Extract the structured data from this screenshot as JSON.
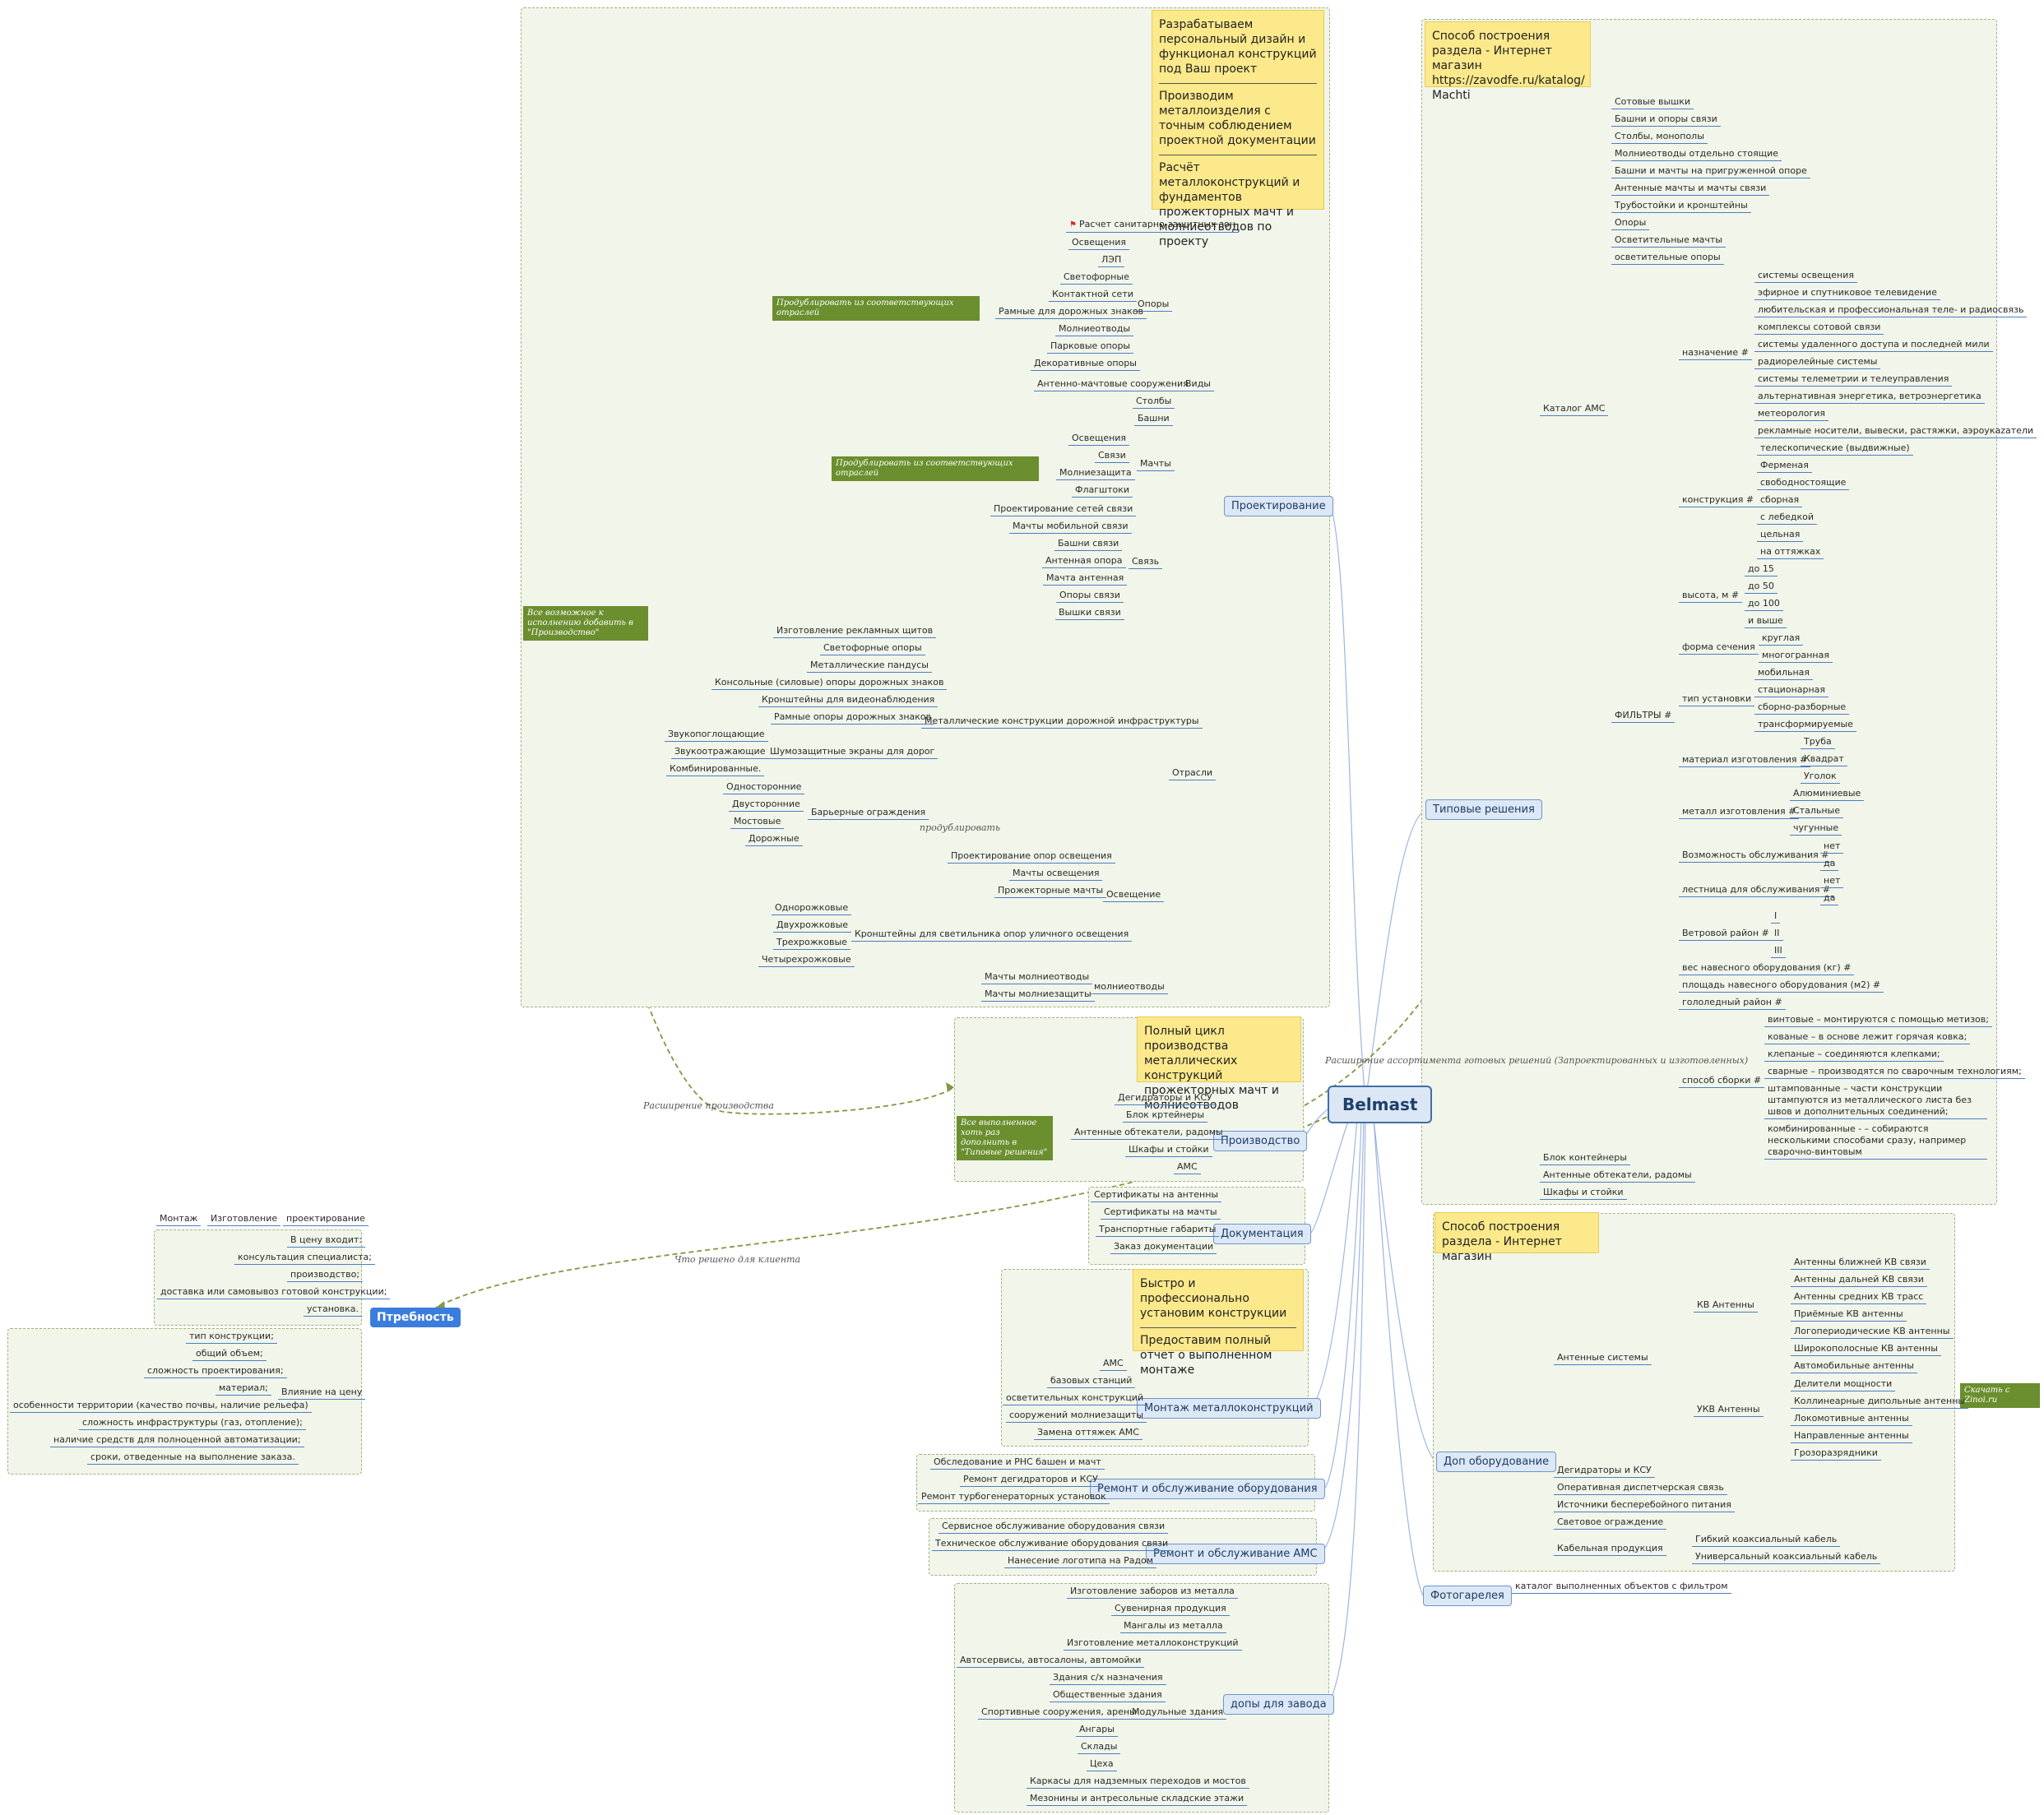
{
  "root": "Belmast",
  "need": "Птребность",
  "notes": {
    "design": [
      "Разрабатываем персональный дизайн и функционал конструкций под Ваш проект",
      "Производим металлоизделия с точным соблюдением проектной документации",
      "Расчёт металлоконструкций и фундаментов прожекторных мачт и молниеотводов по проекту"
    ],
    "typical": [
      "Способ построения раздела - Интернет магазин https://zavodfe.ru/katalog/ Machti"
    ],
    "production": [
      "Полный цикл производства металлических конструкций прожекторных мачт и молниеотводов"
    ],
    "montage": [
      "Быстро и профессионально установим конструкции",
      "Предоставим полный отчет о выполненном монтаже"
    ],
    "equipment": [
      "Способ построения раздела - Интернет магазин"
    ]
  },
  "labels": {
    "dup1": "Продублировать из соответствующих отраслей",
    "dup2": "Продублировать из соответствующих отраслей",
    "add_prod": "Все возможное к исполнению добавить в \"Производство\"",
    "add_typical": "Все выполненное хоть раз дополнить в \"Типовые решения\"",
    "expand_prod": "Расширение производства",
    "duplicate": "продублировать",
    "expand_range": "Расширение ассортимента готовых решений (Запроектированных и изготовленных)",
    "client": "Что решено для клиента",
    "zinoi": "Скачать с Zinoi.ru"
  },
  "topics": {
    "design": "Проектирование",
    "typical": "Типовые решения",
    "production": "Производство",
    "docs": "Документация",
    "montage": "Монтаж металлоконструкций",
    "repair_eq": "Ремонт и обслуживание оборудования",
    "repair_ams": "Ремонт и обслуживание АМС",
    "extras": "допы для завода",
    "equipment": "Доп оборудование",
    "gallery": "Фотогарелея"
  },
  "design": {
    "sanitary": "Расчет санитарно-защитных зон",
    "vidy": "Виды",
    "opory": "Опоры",
    "opory_items": [
      "Освещения",
      "ЛЭП",
      "Светофорные",
      "Контактной сети",
      "Рамные для дорожных знаков",
      "Молниеотводы",
      "Парковые опоры",
      "Декоративные опоры"
    ],
    "antenna": "Антенно-мачтовые сооружения",
    "stolby": "Столбы",
    "bashni": "Башни",
    "machty": "Мачты",
    "machty_items": [
      "Освещения",
      "Связи",
      "Молниезащита",
      "Флагштоки"
    ],
    "otrasli": "Отрасли",
    "svyaz": "Связь",
    "svyaz_items": [
      "Проектирование сетей связи",
      "Мачты мобильной связи",
      "Башни связи",
      "Антенная опора",
      "Мачта антенная",
      "Опоры связи",
      "Вышки связи"
    ],
    "road": "Металлические конструкции дорожной инфраструктуры",
    "road_items": [
      "Изготовление рекламных щитов",
      "Светофорные опоры",
      "Металлические пандусы",
      "Консольные (силовые) опоры дорожных знаков",
      "Кронштейны для видеонаблюдения",
      "Рамные опоры дорожных знаков"
    ],
    "noise": "Шумозащитные экраны для дорог",
    "noise_items": [
      "Звукопоглощающие",
      "Звукоотражающие",
      "Комбинированные."
    ],
    "barrier": "Барьерные ограждения",
    "barrier_items": [
      "Односторонние",
      "Двусторонние",
      "Мостовые",
      "Дорожные"
    ],
    "light": "Освещение",
    "light_items": [
      "Проектирование опор освещения",
      "Мачты освещения",
      "Прожекторные мачты"
    ],
    "bracket": "Кронштейны для светильника опор уличного освещения",
    "bracket_items": [
      "Однорожковые",
      "Двухрожковые",
      "Трехрожковые",
      "Четырехрожковые"
    ],
    "lightning": "молниеотводы",
    "lightning_items": [
      "Мачты молниеотводы",
      "Мачты молниезащиты"
    ]
  },
  "typical": {
    "catalog": "Каталог АМС",
    "catalog_items": [
      "Сотовые вышки",
      "Башни и опоры связи",
      "Столбы, монополы",
      "Молниеотводы отдельно стоящие",
      "Башни и мачты на пригруженной опоре",
      "Антенные мачты и мачты связи",
      "Трубостойки и кронштейны",
      "Опоры",
      "Осветительные мачты",
      "осветительные опоры"
    ],
    "filters": "ФИЛЬТРЫ #",
    "purpose": "назначение #",
    "purpose_items": [
      "системы освещения",
      "эфирное и спутниковое телевидение",
      "любительская и профессиональная теле- и радиосвязь",
      "комплексы сотовой связи",
      "системы удаленного доступа и последней мили",
      "радиорелейные системы",
      "системы телеметрии и телеуправления",
      "альтернативная энергетика, ветроэнергетика",
      "метеорология",
      "рекламные носители, вывески, растяжки, аэроукazатели"
    ],
    "construction": "конструкция #",
    "construction_items": [
      "телескопические (выдвижные)",
      "Ферменая",
      "свободностоящие",
      "сборная",
      "с лебедкой",
      "цельная",
      "на оттяжках"
    ],
    "height": "высота, м #",
    "height_items": [
      "до 15",
      "до 50",
      "до 100",
      "и выше"
    ],
    "section": "форма сечения",
    "section_items": [
      "круглая",
      "многогранная"
    ],
    "install": "тип установки",
    "install_items": [
      "мобильная",
      "стационарная",
      "сборно-разборные",
      "трансформируемые"
    ],
    "material": "материал изготовления #",
    "material_items": [
      "Труба",
      "Квадрат",
      "Уголок"
    ],
    "metal": "металл изготовления #",
    "metal_items": [
      "Алюминиевые",
      "Стальные",
      "чугунные"
    ],
    "service": "Возможность обслуживания #",
    "service_items": [
      "нет",
      "да"
    ],
    "ladder": "лестница для обслуживания #",
    "ladder_items": [
      "нет",
      "да"
    ],
    "wind": "Ветровой район #",
    "wind_items": [
      "I",
      "II",
      "III"
    ],
    "weight": "вес навесного оборудования (кг) #",
    "area": "площадь навесного оборудования (м2) #",
    "ice": "гололедный район #",
    "assembly": "способ сборки #",
    "assembly_items": [
      "винтовые – монтируются с помощью метизов;",
      "кованые – в основе лежит горячая ковка;",
      "клепаные – соединяются клепками;",
      "сварные – производятся по сварочным технологиям;",
      "штампованные – части конструкции штампуются из металлического листа без швов и дополнительных соединений;",
      "комбинированные - – собираются несколькими способами сразу, например сварочно-винтовым"
    ],
    "extra_items": [
      "Блок контейнеры",
      "Антенные обтекатели, радомы",
      "Шкафы и стойки"
    ]
  },
  "production_items": [
    "Дегидраторы и КСУ",
    "Блок кртейнеры",
    "Антенные обтекатели, радомы",
    "Шкафы и стойки",
    "АМС"
  ],
  "docs_items": [
    "Сертификаты на антенны",
    "Сертификаты на мачты",
    "Транспортные габариты",
    "Заказ документации"
  ],
  "montage_items": [
    "АМС",
    "базовых станций",
    "осветительных конструкций",
    "сооружений молниезащиты",
    "Замена оттяжек АМС"
  ],
  "repair_eq_items": [
    "Обследование и РНС башен и мачт",
    "Ремонт дегидраторов и КСУ",
    "Ремонт турбогенераторных установок"
  ],
  "repair_ams_items": [
    "Сервисное обслуживание оборудования связи",
    "Техническое обслуживание оборудования связи",
    "Нанесение логотипа на Радом"
  ],
  "extras": {
    "top_items": [
      "Изготовление заборов из металла",
      "Сувенирная продукция",
      "Мангалы из металла",
      "Изготовление металлоконструкций"
    ],
    "modular": "Модульные здания",
    "modular_items": [
      "Автосервисы, автосалоны, автомойки",
      "Здания с/х назначения",
      "Общественные здания",
      "Спортивные сооружения, арены",
      "Ангары",
      "Склады",
      "Цеха"
    ],
    "bottom_items": [
      "Каркасы для надземных переходов и мостов",
      "Мезонины и антресольные складские этажи"
    ]
  },
  "equipment": {
    "antenna_sys": "Антенные системы",
    "kv": "КВ Антенны",
    "kv_items": [
      "Антенны ближней КВ связи",
      "Антенны дальней КВ связи",
      "Антенны средних КВ трасс",
      "Приёмные КВ антенны",
      "Логопериодические КВ антенны",
      "Широкополосные КВ антенны",
      "Автомобильные антенны"
    ],
    "ukv": "УКВ Антенны",
    "ukv_items": [
      "Делители мощности",
      "Коллинеарные дипольные антенны",
      "Локомотивные антенны",
      "Направленные антенны",
      "Грозоразрядники"
    ],
    "other_items": [
      "Дегидраторы и КСУ",
      "Оперативная диспетчерская связь",
      "Источники бесперебойного питания",
      "Световое ограждение"
    ],
    "cable": "Кабельная продукция",
    "cable_items": [
      "Гибкий коаксиальный кабель",
      "Универсальный коаксиальный кабель"
    ]
  },
  "gallery_item": "каталог выполненных объектов с фильтром",
  "need_data": {
    "top_items": [
      "Монтаж",
      "Изготовление",
      "проектирование"
    ],
    "price_incl": [
      "В цену входит:",
      "консультация специалиста;",
      "производство;",
      "доставка или самовывоз готовой конструкции;",
      "установка."
    ],
    "influence": "Влияние на цену",
    "influence_items": [
      "тип конструкции;",
      "общий объем;",
      "сложность проектирования;",
      "материал;",
      "особенности территории (качество почвы, наличие рельефа)",
      "сложность инфраструктуры (газ, отопление);",
      "наличие средств для полноценной автоматизации;",
      "сроки, отведенные на выполнение заказа."
    ]
  }
}
